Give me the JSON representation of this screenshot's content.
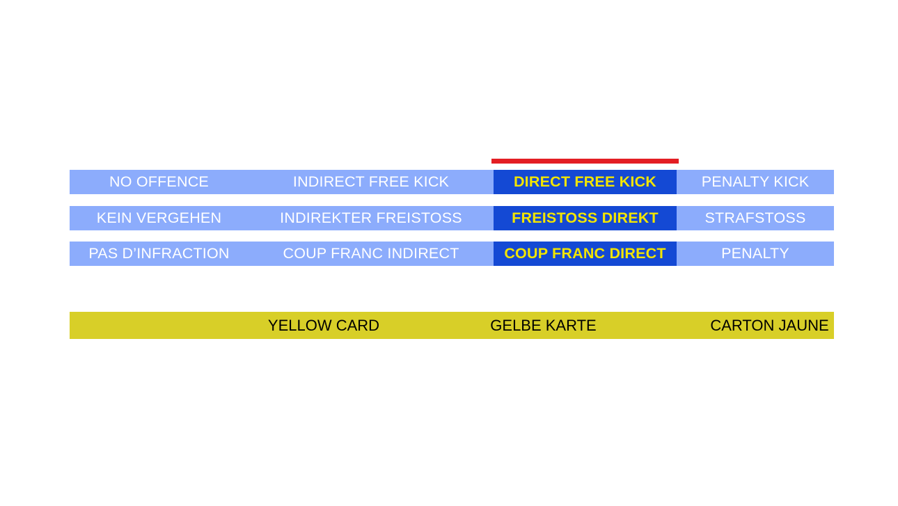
{
  "decision_table": {
    "columns": [
      {
        "key": "no_offence",
        "selected": false
      },
      {
        "key": "indirect_free_kick",
        "selected": false
      },
      {
        "key": "direct_free_kick",
        "selected": true
      },
      {
        "key": "penalty_kick",
        "selected": false
      }
    ],
    "rows": [
      {
        "language": "English",
        "cells": [
          "NO OFFENCE",
          "INDIRECT FREE KICK",
          "DIRECT FREE KICK",
          "PENALTY KICK"
        ]
      },
      {
        "language": "German",
        "cells": [
          "KEIN VERGEHEN",
          "INDIREKTER FREISTOSS",
          "FREISTOSS DIREKT",
          "STRAFSTOSS"
        ]
      },
      {
        "language": "French",
        "cells": [
          "PAS D’INFRACTION",
          "COUP FRANC INDIRECT",
          "COUP FRANC DIRECT",
          "PENALTY"
        ]
      }
    ]
  },
  "card_banner": {
    "labels": [
      "YELLOW CARD",
      "GELBE KARTE",
      "CARTON JAUNE"
    ]
  },
  "marker": {
    "name": "selected-column-marker"
  },
  "colors": {
    "row_background": "#8CACFC",
    "selected_background": "#1449D4",
    "selected_text": "#F2E500",
    "row_text": "#FFFFFF",
    "marker": "#E31E24",
    "card_background": "#D8CF28",
    "card_text": "#000000",
    "page_background": "#FFFFFF"
  }
}
